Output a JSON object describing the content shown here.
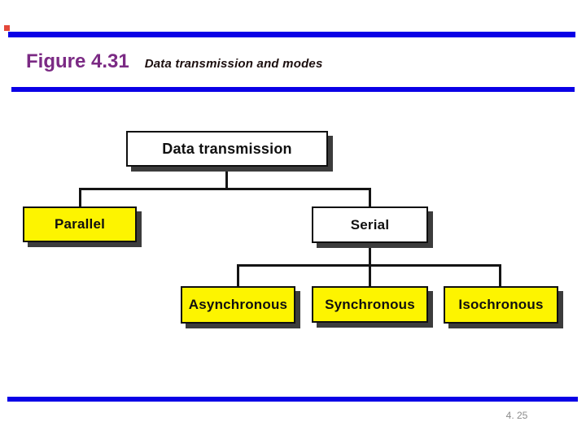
{
  "header": {
    "figure_label": "Figure 4.31",
    "figure_caption": "Data transmission and modes"
  },
  "footer": {
    "page_number": "4. 25"
  },
  "diagram": {
    "type": "tree",
    "root": {
      "label": "Data transmission",
      "fill": "white"
    },
    "level2": [
      {
        "label": "Parallel",
        "fill": "yellow"
      },
      {
        "label": "Serial",
        "fill": "white"
      }
    ],
    "level3": [
      {
        "label": "Asynchronous",
        "fill": "yellow",
        "parent": "Serial"
      },
      {
        "label": "Synchronous",
        "fill": "yellow",
        "parent": "Serial"
      },
      {
        "label": "Isochronous",
        "fill": "yellow",
        "parent": "Serial"
      }
    ]
  },
  "colors": {
    "accent_blue": "#0b00e6",
    "title_purple": "#7b2a84",
    "caption_color": "#1c0f0f",
    "box_yellow": "#fdf400",
    "box_white": "#ffffff",
    "shadow_gray": "#3c3c3c",
    "line_black": "#141414",
    "page_number_gray": "#8c8c8c",
    "red_marker": "#e4483a"
  }
}
